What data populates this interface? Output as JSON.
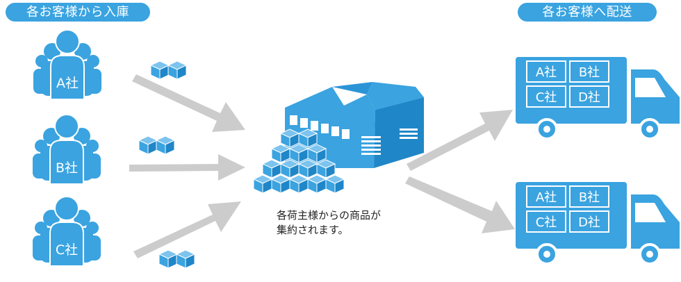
{
  "inbound_label": "各お客様から入庫",
  "outbound_label": "各お客様へ配送",
  "companies": [
    "A社",
    "B社",
    "C社"
  ],
  "caption_lines": [
    "各荷主様からの商品が",
    "集約されます。"
  ],
  "trucks": [
    {
      "cells": [
        "A社",
        "B社",
        "C社",
        "D社"
      ]
    },
    {
      "cells": [
        "A社",
        "B社",
        "C社",
        "D社"
      ]
    }
  ],
  "colors": {
    "accent": "#3aa3e0",
    "arrow": "#cccccc",
    "text": "#222222"
  }
}
